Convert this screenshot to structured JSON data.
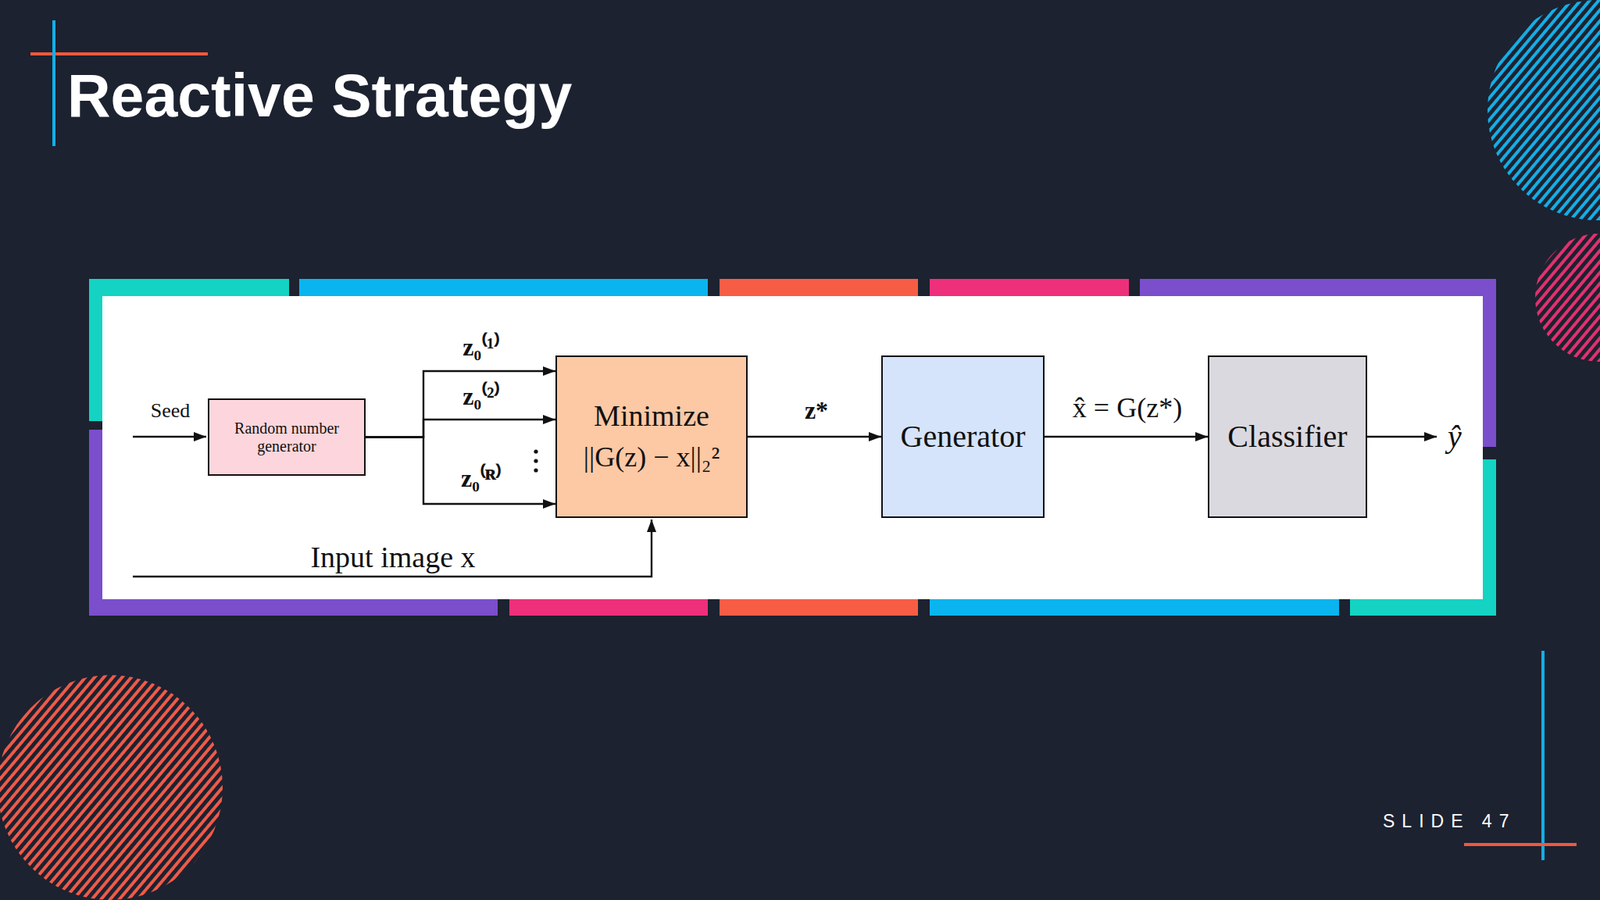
{
  "diagram": {
    "title": "Reactive Strategy",
    "nodes": [
      {
        "text": [
          "Random number generator"
        ]
      },
      {
        "text": [
          "Minimize",
          "||G(z) − x||₂²"
        ]
      },
      {
        "text": [
          "Generator"
        ]
      },
      {
        "text": [
          "Classifier"
        ]
      }
    ],
    "edges": [
      {
        "from": 0,
        "to": 1,
        "arrow": "to",
        "label": "z₀⁽¹⁾"
      },
      {
        "from": 0,
        "to": 1,
        "arrow": "to",
        "label": "z₀⁽²⁾"
      },
      {
        "from": 0,
        "to": 1,
        "arrow": "to",
        "label": "z₀⁽ᴿ⁾"
      },
      {
        "from": 1,
        "to": 2,
        "arrow": "to",
        "label": "z*"
      },
      {
        "from": 2,
        "to": 3,
        "arrow": "to",
        "label": "x̂ = G(z*)"
      }
    ],
    "labels": [
      "Seed",
      "Input image x",
      "ŷ",
      "SLIDE 47"
    ]
  }
}
